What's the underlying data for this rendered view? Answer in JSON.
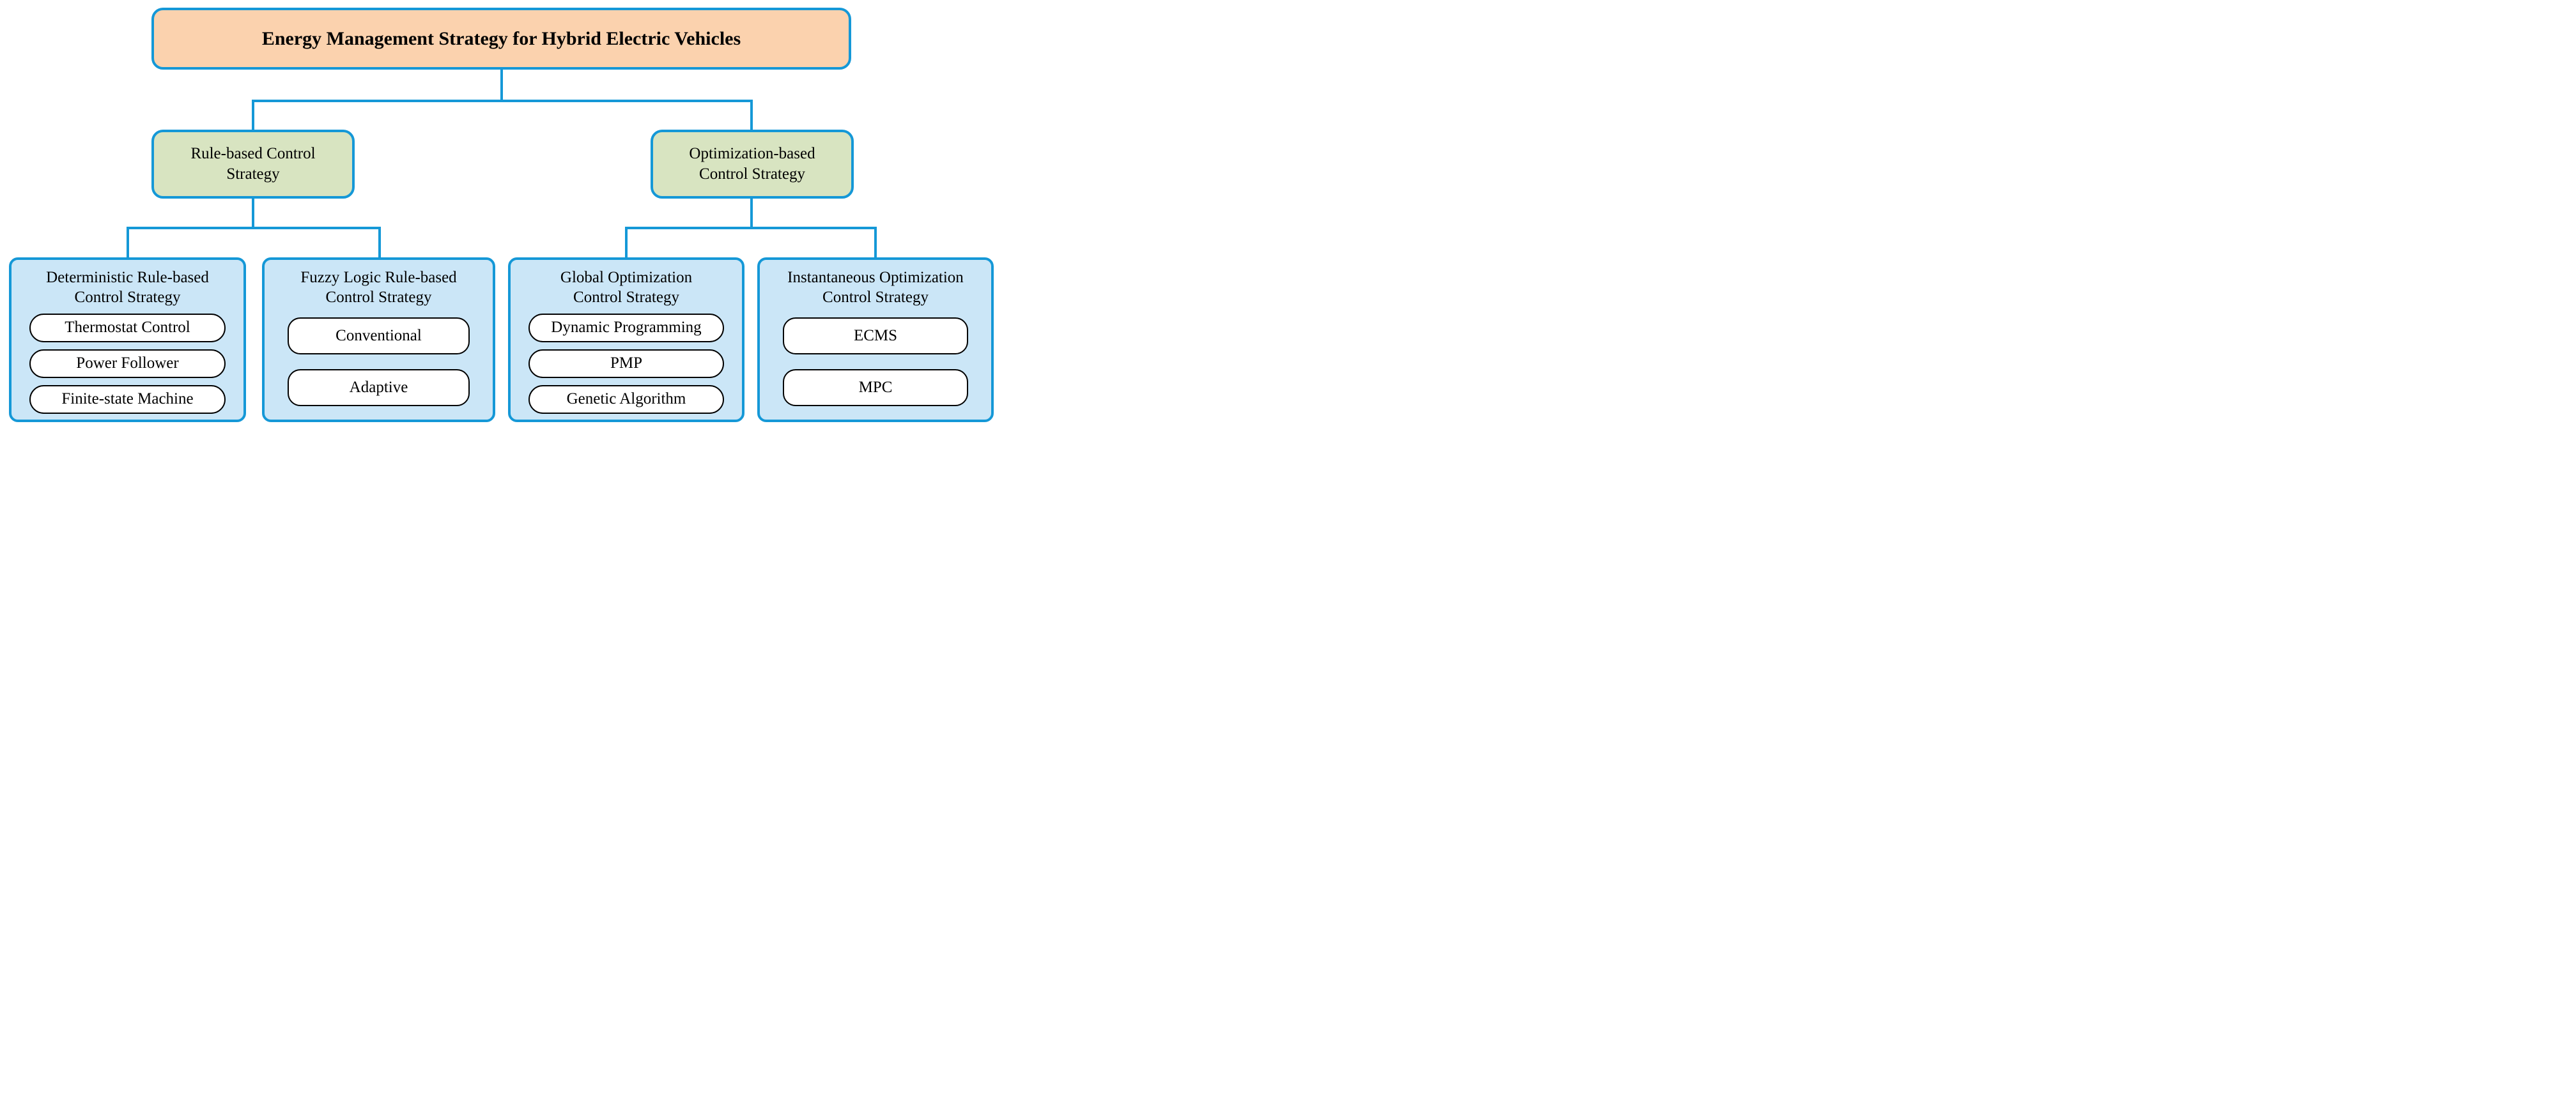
{
  "diagram": {
    "colors": {
      "accent_line": "#1598d7",
      "root_fill": "#fbd2ae",
      "branch_fill": "#d8e4c1",
      "group_fill": "#cbe6f7",
      "pill_fill": "#ffffff",
      "pill_border": "#000000",
      "text": "#000000"
    },
    "root": {
      "label": "Energy Management Strategy for Hybrid Electric Vehicles"
    },
    "branches": [
      {
        "label": "Rule-based Control Strategy"
      },
      {
        "label": "Optimization-based Control Strategy"
      }
    ],
    "groups": [
      {
        "title": "Deterministic Rule-based Control Strategy",
        "items": [
          "Thermostat Control",
          "Power Follower",
          "Finite-state Machine"
        ]
      },
      {
        "title": "Fuzzy Logic Rule-based Control Strategy",
        "items": [
          "Conventional",
          "Adaptive"
        ]
      },
      {
        "title": "Global Optimization Control Strategy",
        "items": [
          "Dynamic Programming",
          "PMP",
          "Genetic Algorithm"
        ]
      },
      {
        "title": "Instantaneous Optimization Control Strategy",
        "items": [
          "ECMS",
          "MPC"
        ]
      }
    ]
  }
}
